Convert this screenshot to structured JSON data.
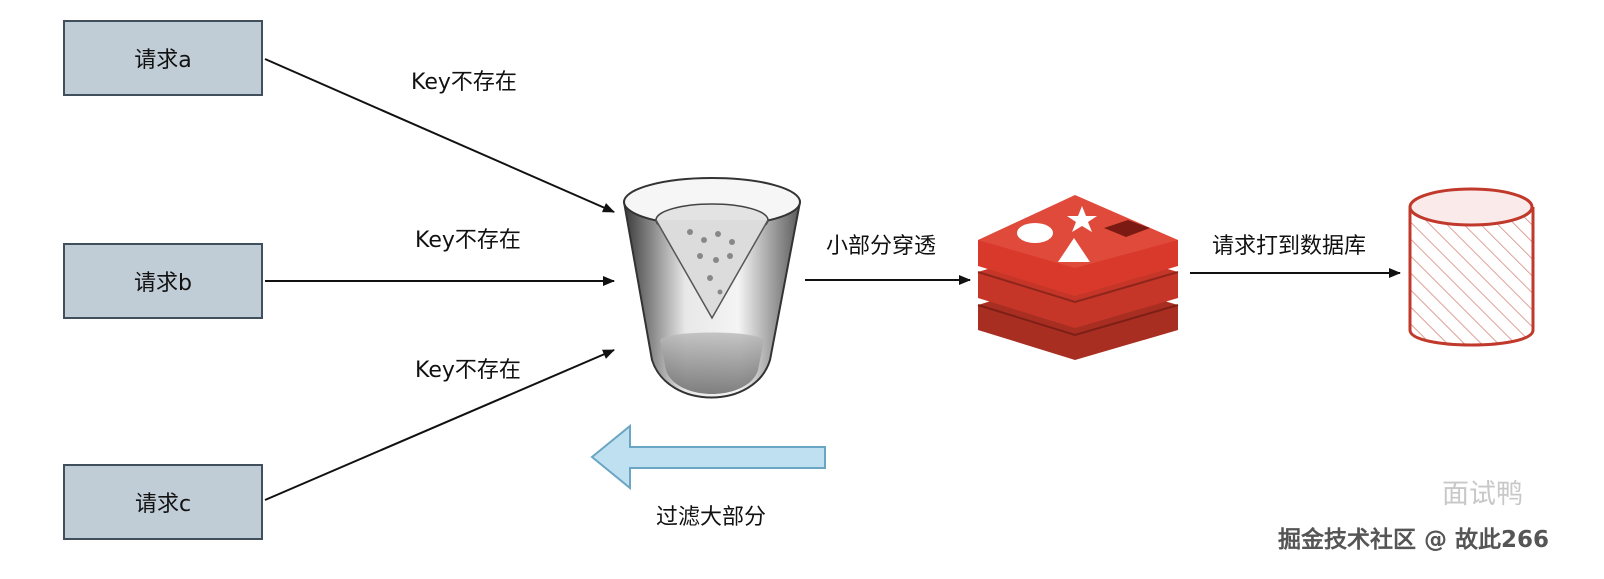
{
  "requests": [
    {
      "label": "请求a"
    },
    {
      "label": "请求b"
    },
    {
      "label": "请求c"
    }
  ],
  "edge_labels": {
    "a": "Key不存在",
    "b": "Key不存在",
    "c": "Key不存在"
  },
  "pass_label": "小部分穿透",
  "db_label": "请求打到数据库",
  "filter_label": "过滤大部分",
  "watermark": {
    "brand": "面试鸭",
    "site": "掘金技术社区 @ 故此266"
  },
  "colors": {
    "box_fill": "#c1cdd6",
    "box_border": "#3f4f5b",
    "redis_red": "#d9392b",
    "arrow_blue": "#bfe0f0",
    "db_stroke": "#c0392b"
  }
}
